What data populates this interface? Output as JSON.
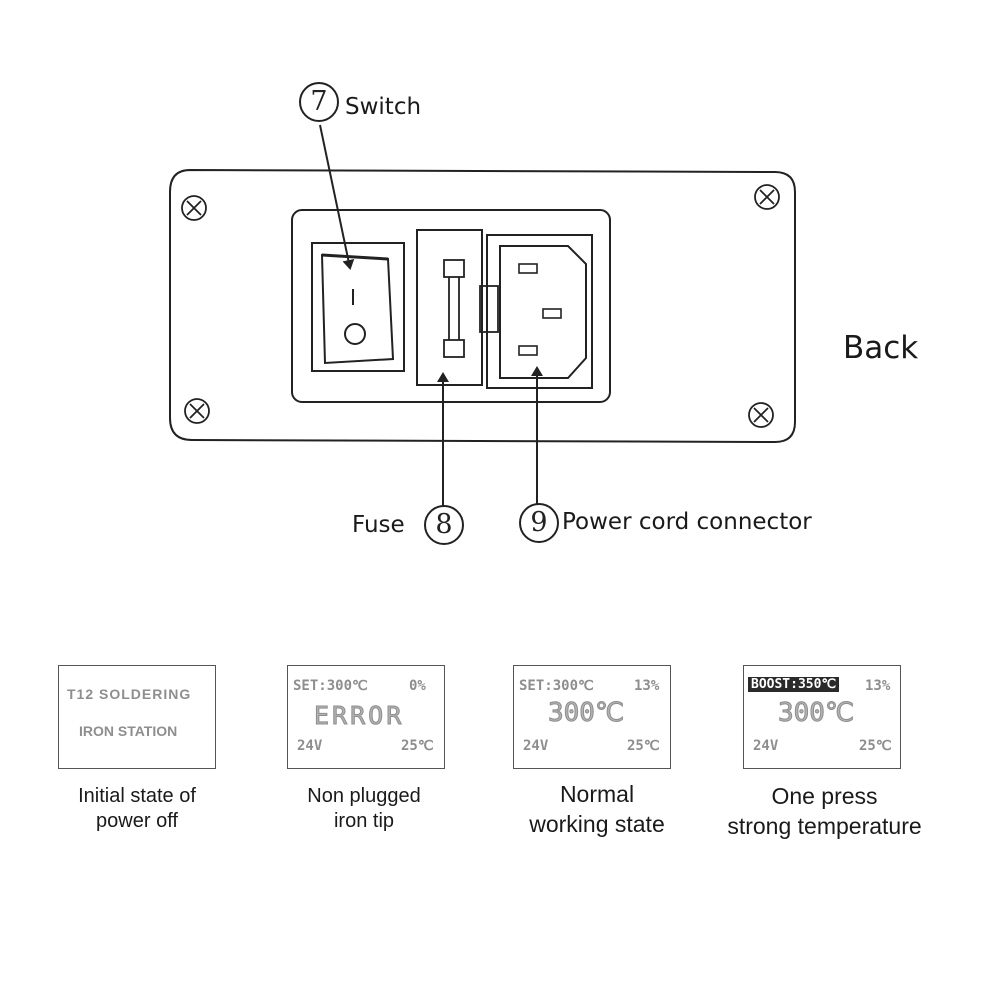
{
  "callouts": {
    "switch": {
      "number": "7",
      "label": "Switch"
    },
    "fuse": {
      "number": "8",
      "label": "Fuse"
    },
    "power": {
      "number": "9",
      "label": "Power cord connector"
    }
  },
  "side_label": "Back",
  "rocker_switch": {
    "on_mark": "I",
    "off_mark": "O"
  },
  "screens": [
    {
      "line1": "T12  SOLDERING",
      "line2": "IRON STATION",
      "caption": [
        "Initial state of",
        "power off"
      ]
    },
    {
      "set": "SET:300℃",
      "power": "0%",
      "big": "ERROR",
      "voltage": "24V",
      "temp": "25℃",
      "caption": [
        "Non plugged",
        "iron tip"
      ]
    },
    {
      "set": "SET:300℃",
      "power": "13%",
      "big": "300℃",
      "voltage": "24V",
      "temp": "25℃",
      "caption": [
        "Normal",
        "working state"
      ]
    },
    {
      "set": "BOOST:350℃",
      "power": "13%",
      "big": "300℃",
      "voltage": "24V",
      "temp": "25℃",
      "caption": [
        "One press",
        "strong temperature"
      ]
    }
  ]
}
